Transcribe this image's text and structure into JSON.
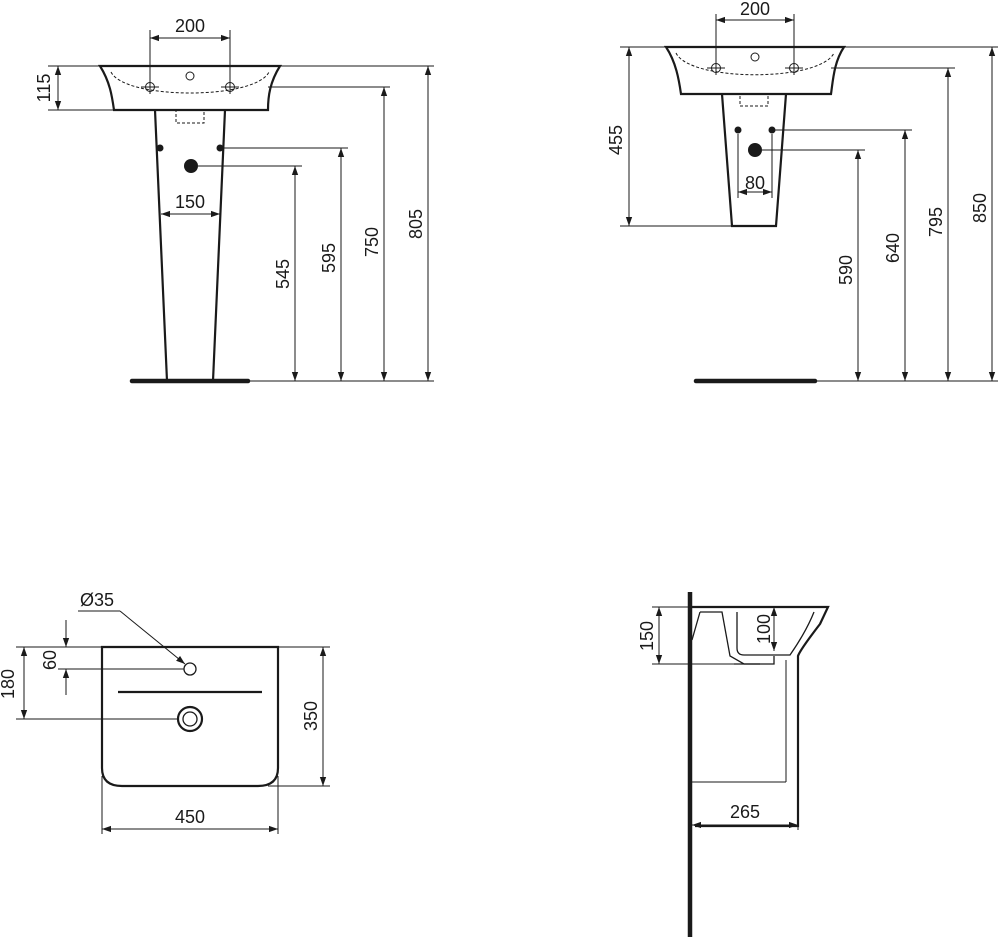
{
  "pedestal_view": {
    "dim_tap_spacing": "200",
    "dim_bowl_depth": "115",
    "dim_waste_width": "150",
    "dim_waste_height": "545",
    "dim_supply_height": "595",
    "dim_tap_height": "750",
    "dim_rim_height": "805"
  },
  "semi_pedestal_view": {
    "dim_tap_spacing": "200",
    "dim_basin_height": "455",
    "dim_supply_spacing": "80",
    "dim_waste_height": "590",
    "dim_supply_height": "640",
    "dim_tap_height": "795",
    "dim_rim_height": "850"
  },
  "plan_view": {
    "dim_tap_hole_diameter": "Ø35",
    "dim_tap_hole_offset": "60",
    "dim_waste_offset": "180",
    "dim_depth": "350",
    "dim_width": "450"
  },
  "side_view": {
    "dim_bowl_depth": "150",
    "dim_inner_depth": "100",
    "dim_projection": "265"
  }
}
